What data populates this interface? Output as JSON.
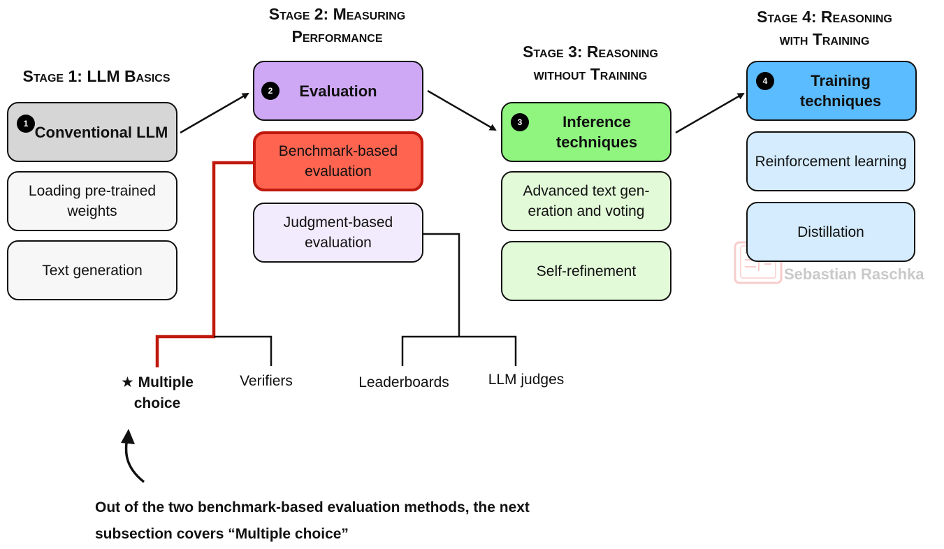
{
  "stages": [
    {
      "title": "Stage 1: LLM Basics",
      "number": "1",
      "head": "Conventional LLM",
      "items": [
        "Loading pre-trained weights",
        "Text generation"
      ]
    },
    {
      "title": "Stage 2: Measuring Performance",
      "number": "2",
      "head": "Evaluation",
      "items": [
        "Benchmark-based evaluation",
        "Judgment-based evaluation"
      ]
    },
    {
      "title": "Stage 3: Reasoning without Training",
      "number": "3",
      "head": "Inference techniques",
      "items": [
        "Advanced text gen-eration and voting",
        "Self-refinement"
      ]
    },
    {
      "title": "Stage 4: Reasoning with Training",
      "number": "4",
      "head": "Training techniques",
      "items": [
        "Reinforcement learning",
        "Distillation"
      ]
    }
  ],
  "leaves": {
    "multiple_choice": "★ Multiple choice",
    "verifiers": "Verifiers",
    "leaderboards": "Leaderboards",
    "llm_judges": "LLM judges"
  },
  "note": "Out of the two benchmark-based evaluation methods, the next subsection covers “Multiple choice”",
  "watermark": "Sebastian Raschka",
  "colors": {
    "stage1_head": "#d6d6d6",
    "stage1_item": "#f7f7f7",
    "stage2_head": "#cfa8f5",
    "stage2_highlight": "#ff6450",
    "stage2_item": "#f1ebfd",
    "stage3_head": "#8ff57f",
    "stage3_item": "#e2fad8",
    "stage4_head": "#5bbcff",
    "stage4_item": "#d4ecfd",
    "highlight_line": "#c0180c"
  }
}
